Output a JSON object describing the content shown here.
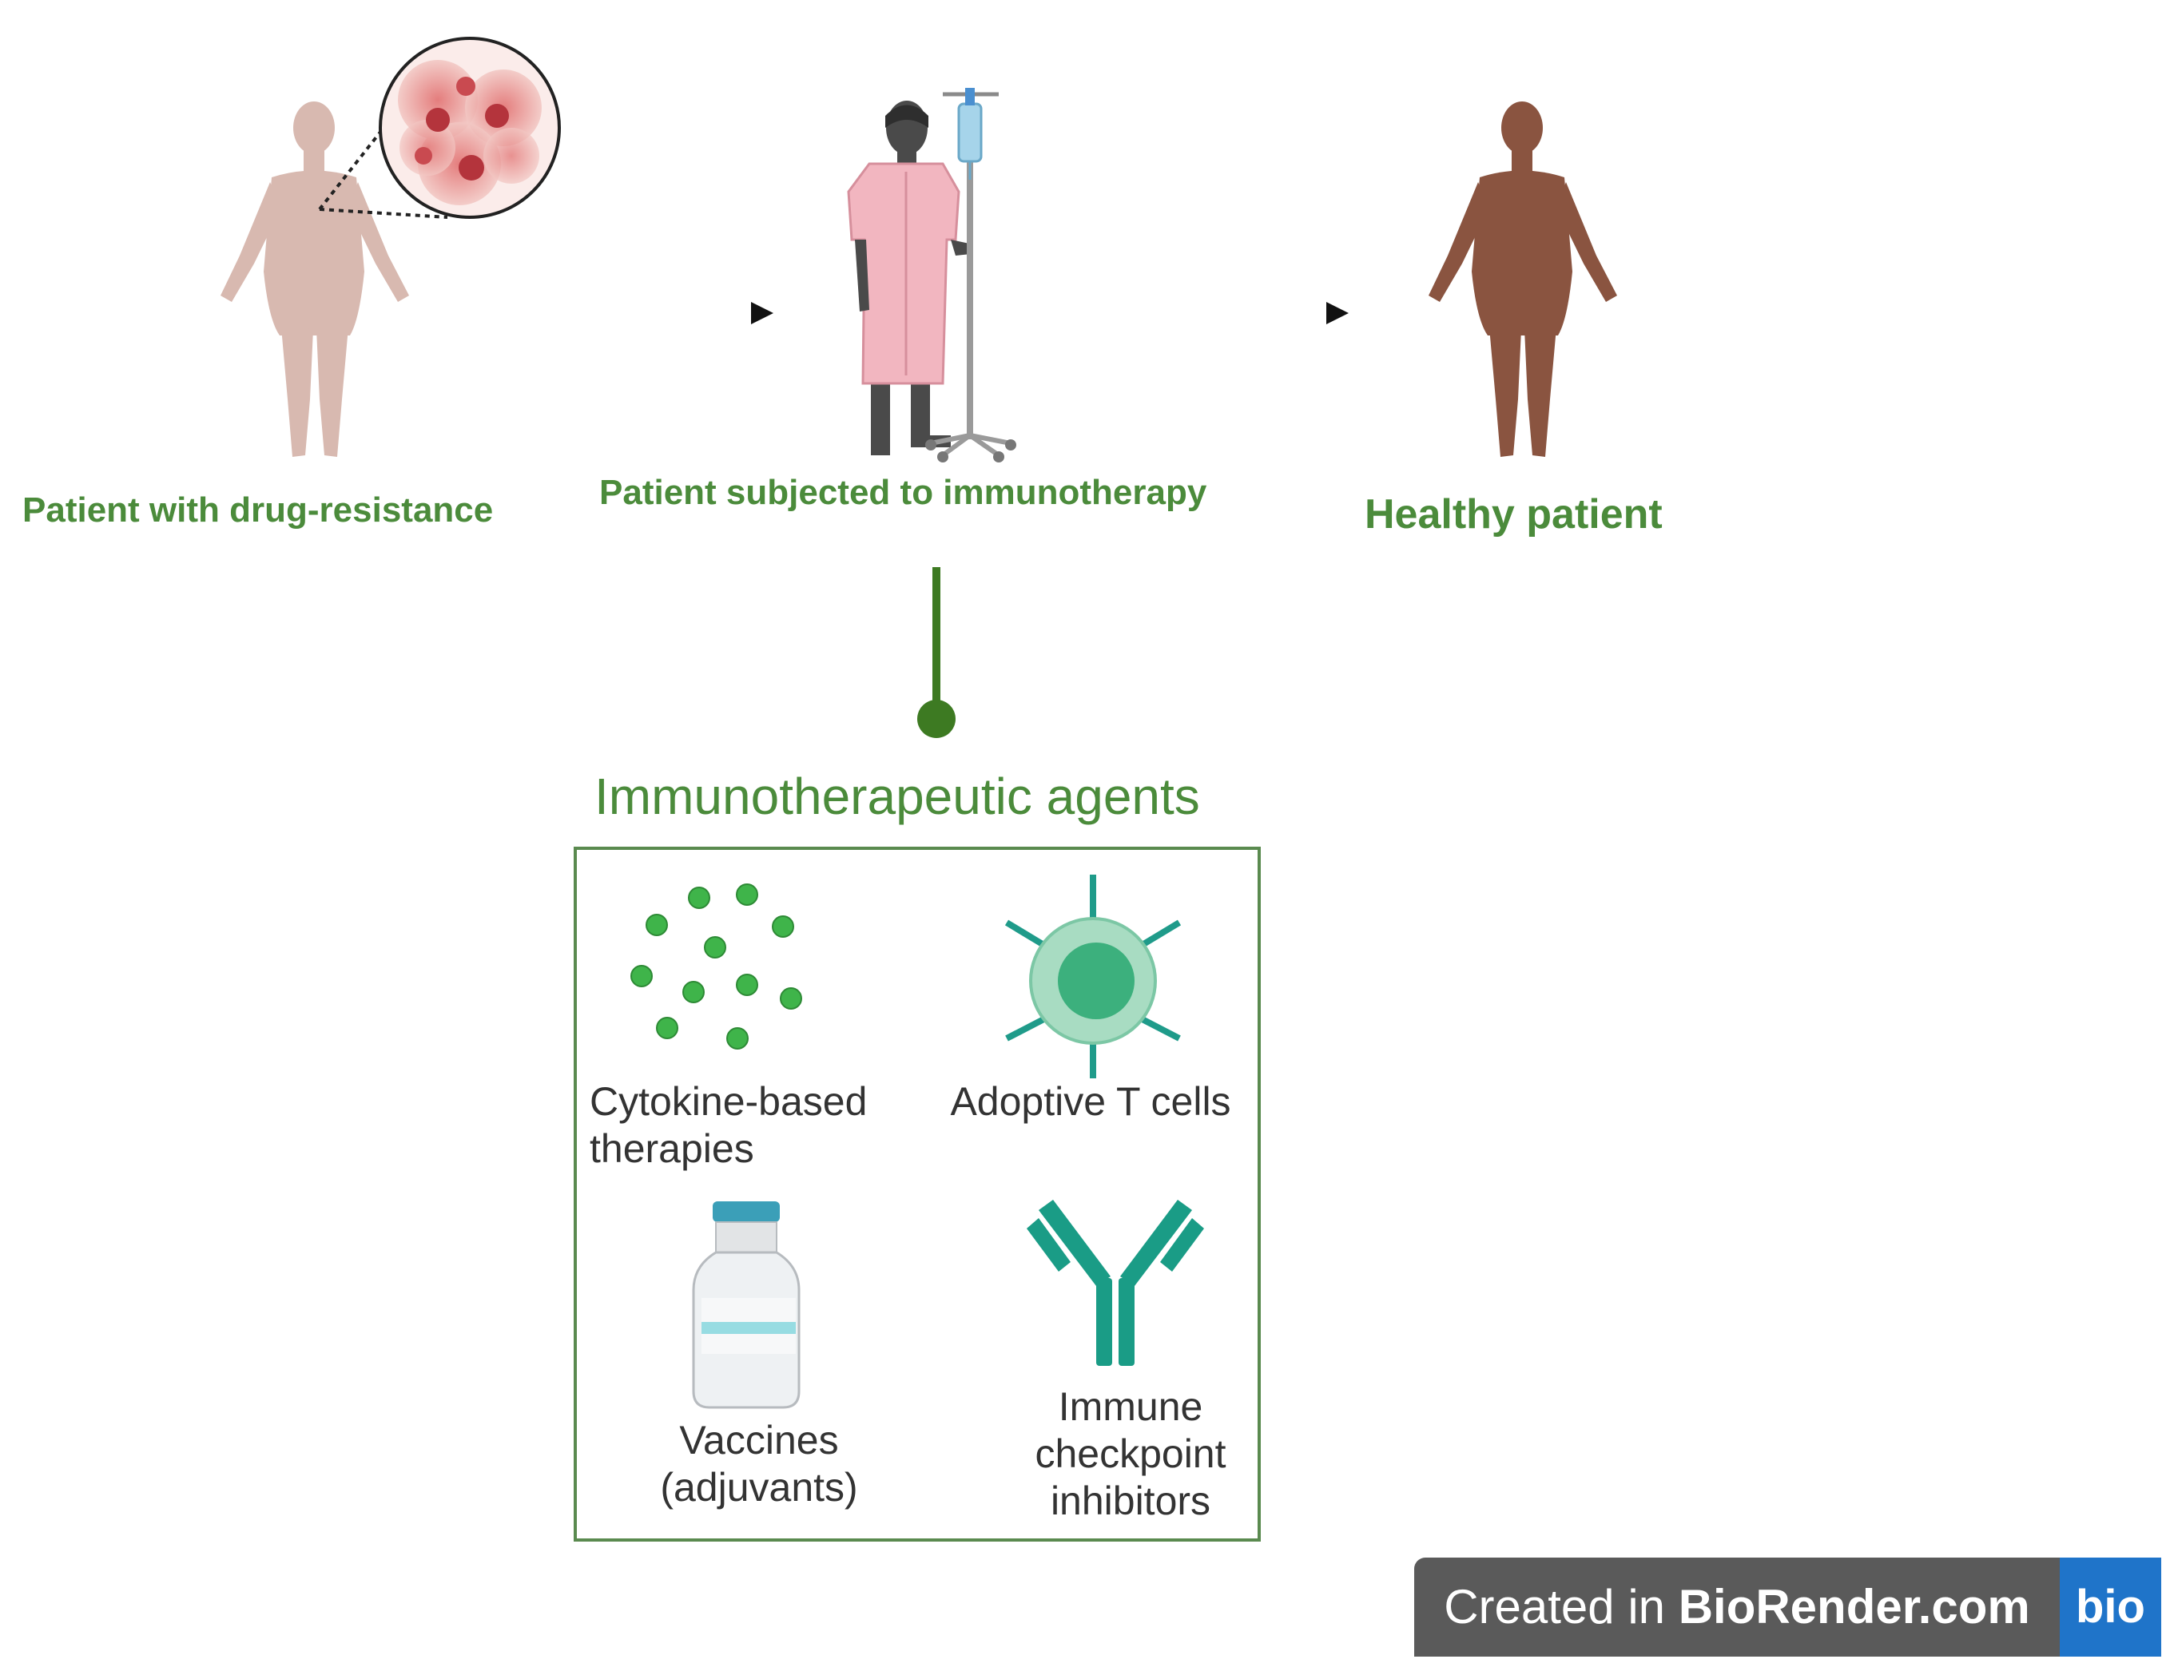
{
  "flow": {
    "patient_resistant_label": "Patient with drug-resistance",
    "patient_therapy_label": "Patient subjected to immunotherapy",
    "patient_healthy_label": "Healthy patient"
  },
  "agents": {
    "title": "Immunotherapeutic agents",
    "items": [
      {
        "label_lines": [
          "Cytokine-based",
          "therapies"
        ],
        "icon": "cytokine-dots-icon"
      },
      {
        "label_lines": [
          "Adoptive T cells"
        ],
        "icon": "t-cell-icon"
      },
      {
        "label_lines": [
          "Vaccines",
          "(adjuvants)"
        ],
        "icon": "vaccine-vial-icon"
      },
      {
        "label_lines": [
          "Immune",
          "checkpoint",
          "inhibitors"
        ],
        "icon": "antibody-icon"
      }
    ]
  },
  "badge": {
    "prefix": "Created in ",
    "brand": "BioRender.com",
    "logo": "bio"
  },
  "colors": {
    "label_green": "#4b8b3b",
    "connector_green": "#3d7a22",
    "agent_green": "#3fb44a",
    "teal": "#1f9b8a",
    "skin_light": "#d8b9b0",
    "skin_dark": "#8a5440",
    "gown_pink": "#f2b6c0",
    "badge_gray": "#5a5a5a",
    "badge_blue": "#1f74c9"
  }
}
